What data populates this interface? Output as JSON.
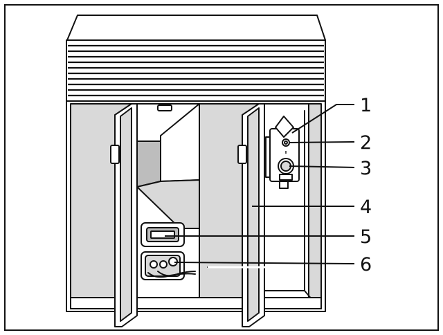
{
  "diagram": {
    "callouts": [
      {
        "id": "1",
        "label": "1"
      },
      {
        "id": "2",
        "label": "2"
      },
      {
        "id": "3",
        "label": "3"
      },
      {
        "id": "4",
        "label": "4"
      },
      {
        "id": "5",
        "label": "5"
      },
      {
        "id": "6",
        "label": "6"
      }
    ]
  },
  "colors": {
    "ink": "#111111",
    "panel_gray": "#d9d9d9",
    "dark_gray": "#bdbdbd",
    "background": "#ffffff"
  }
}
